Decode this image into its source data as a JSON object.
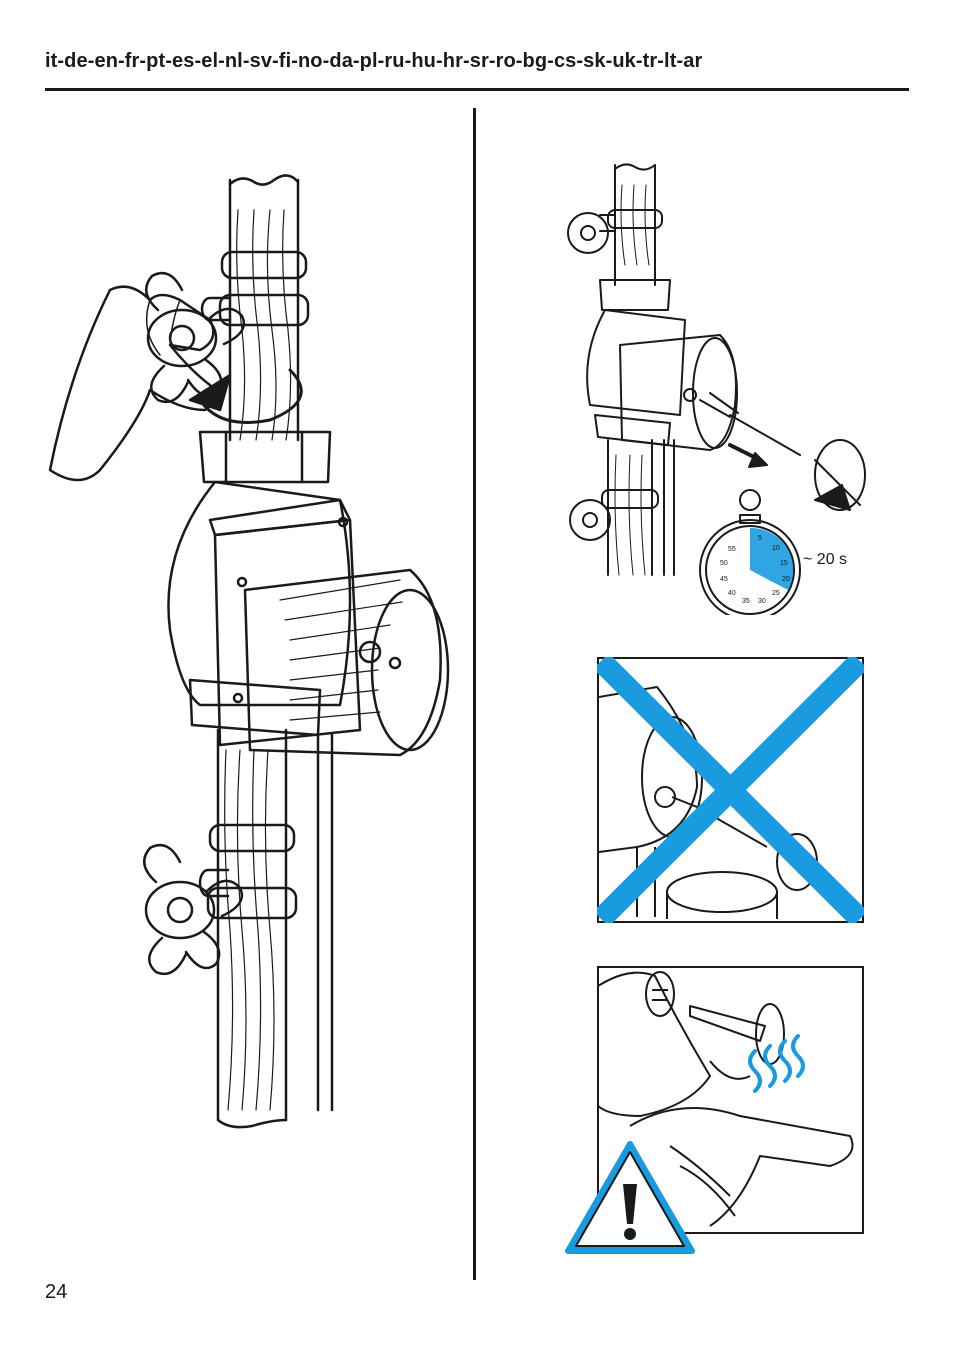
{
  "header": {
    "languages": "it-de-en-fr-pt-es-el-nl-sv-fi-no-da-pl-ru-hu-hr-sr-ro-bg-cs-sk-uk-tr-lt-ar"
  },
  "figure_b": {
    "time_label": "~ 20 s",
    "dial_numbers": [
      "5",
      "10",
      "15",
      "20",
      "25",
      "30",
      "35",
      "40",
      "45",
      "50",
      "55"
    ]
  },
  "footer": {
    "page_number": "24"
  },
  "colors": {
    "accent_blue": "#1a9be0",
    "ink": "#1a1a1a"
  },
  "icons": [
    "hand-icon",
    "rotate-arrow-icon",
    "pump-icon",
    "valve-icon",
    "screwdriver-icon",
    "stopwatch-icon",
    "prohibited-x-icon",
    "steam-icon",
    "warning-triangle-icon"
  ]
}
